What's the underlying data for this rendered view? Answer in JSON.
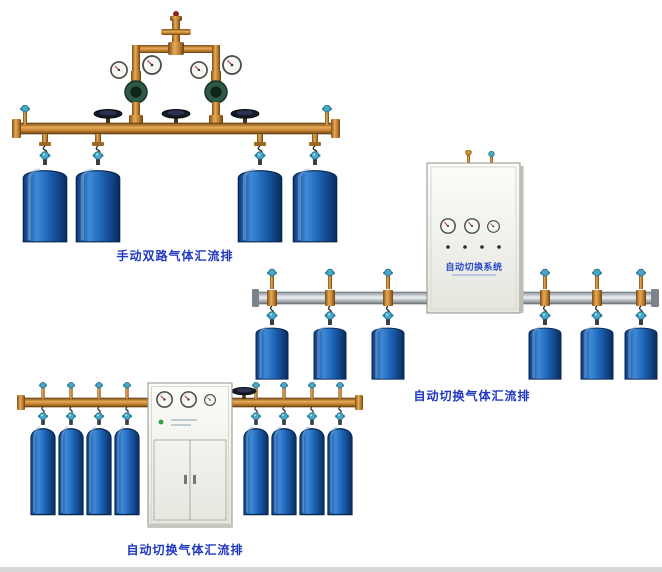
{
  "products": [
    {
      "id": "manual-dual-manifold",
      "caption": "手动双路气体汇流排",
      "cylinder_count": 4
    },
    {
      "id": "auto-switch-manifold-wall",
      "caption": "自动切换气体汇流排",
      "cabinet_label": "自动切换系统",
      "cylinder_count": 6
    },
    {
      "id": "auto-switch-manifold-floor",
      "caption": "自动切换气体汇流排",
      "cylinder_count": 8
    }
  ],
  "colors": {
    "caption_text": "#2038c0",
    "cylinder_blue": "#1c62b4",
    "brass_pipe": "#c8873a",
    "silver_pipe": "#b9c0c6",
    "valve_knob_teal": "#49a8c6",
    "cabinet_body": "#f2f2ec"
  }
}
